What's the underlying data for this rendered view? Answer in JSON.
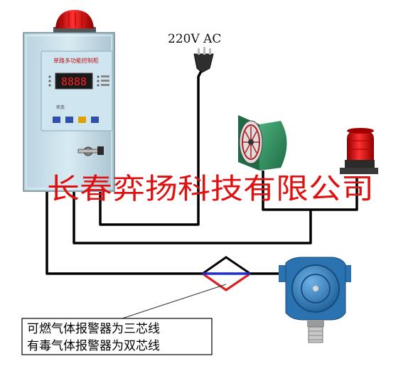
{
  "power_label": "220V AC",
  "controller": {
    "title": "单路多功能控制柜",
    "display_value": "8888",
    "small_label": "状态"
  },
  "watermark": "长春弈扬科技有限公司",
  "note": {
    "line1": "可燃气体报警器为三芯线",
    "line2": "有毒气体报警器为双芯线"
  },
  "colors": {
    "wire": "#000000",
    "cabinet": "#c9e1ec",
    "watermark": "#e01010",
    "display": "#ff2020",
    "detector": "#2a72b0",
    "fan_body": "#2e8f5e",
    "beacon": "#e81818"
  }
}
